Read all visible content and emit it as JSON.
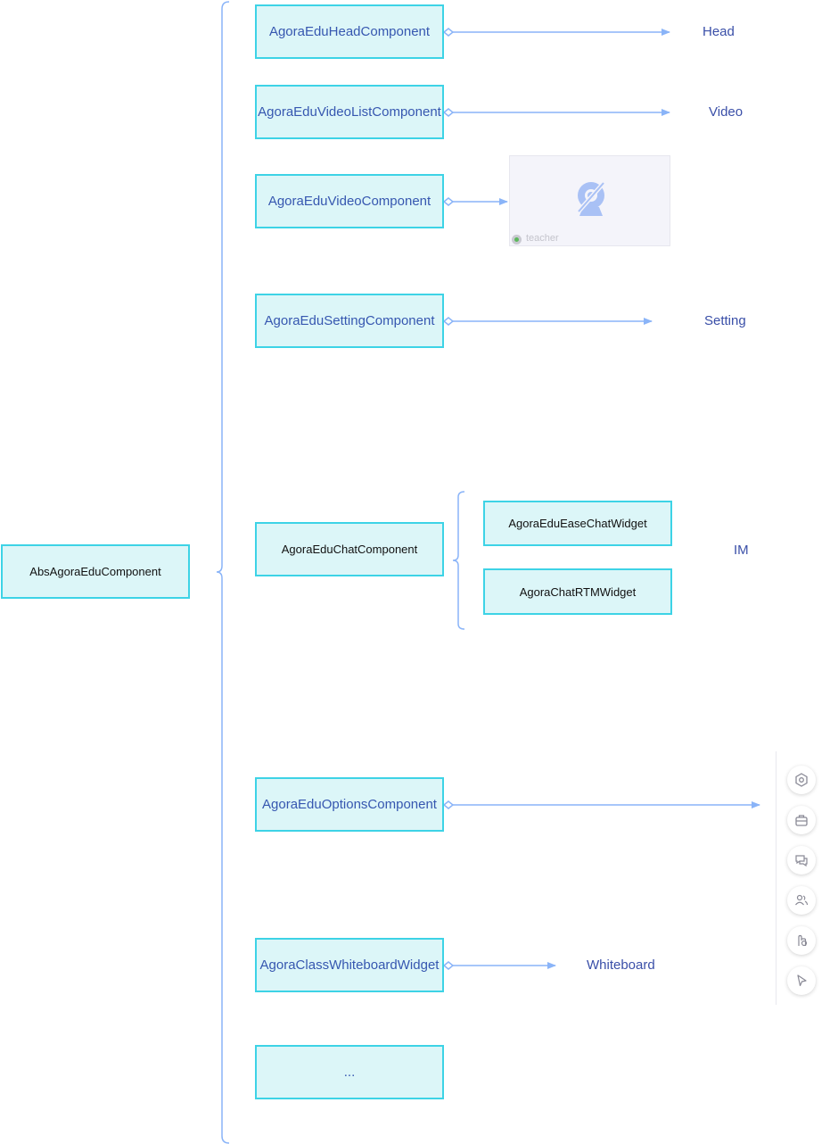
{
  "root": {
    "label": "AbsAgoraEduComponent"
  },
  "components": [
    {
      "label": "AgoraEduHeadComponent",
      "target": "Head"
    },
    {
      "label": "AgoraEduVideoListComponent",
      "target": "Video"
    },
    {
      "label": "AgoraEduVideoComponent",
      "target": ""
    },
    {
      "label": "AgoraEduSettingComponent",
      "target": "Setting"
    },
    {
      "label": "AgoraEduChatComponent",
      "target": "IM"
    },
    {
      "label": "AgoraEduOptionsComponent",
      "target": ""
    },
    {
      "label": "AgoraClassWhiteboardWidget",
      "target": "Whiteboard"
    },
    {
      "label": "...",
      "target": ""
    }
  ],
  "chat_widgets": [
    {
      "label": "AgoraEduEaseChatWidget"
    },
    {
      "label": "AgoraChatRTMWidget"
    }
  ],
  "video_preview": {
    "name": "teacher",
    "icon": "camera-off-icon"
  },
  "toolbar_icons": [
    "settings-icon",
    "toolbox-icon",
    "chat-icon",
    "users-icon",
    "hands-up-icon",
    "pointer-icon"
  ],
  "colors": {
    "box_fill": "#dcf6f8",
    "box_border": "#3dd3e6",
    "arrow": "#8ab4f8",
    "label_text": "#3a4fa8"
  }
}
